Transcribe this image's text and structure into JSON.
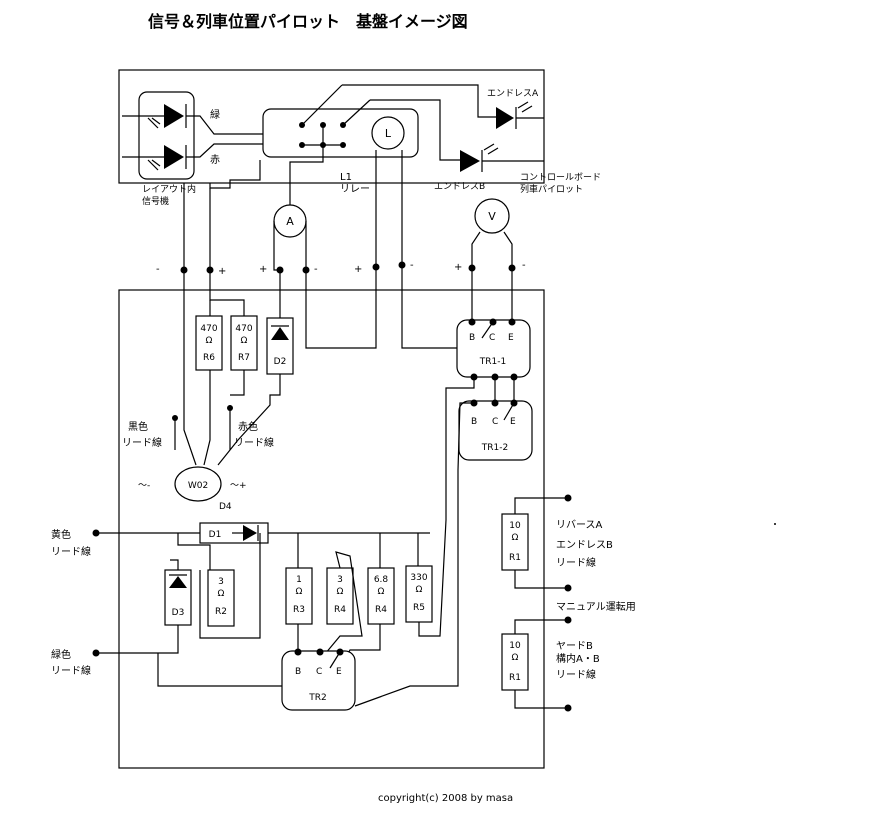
{
  "title": "信号＆列車位置パイロット　基盤イメージ図",
  "copyright": "copyright(c)  2008  by  masa",
  "signal_colors": {
    "green": "緑",
    "red": "赤"
  },
  "layout_signal": [
    "レイアウト内",
    "信号機"
  ],
  "relay": [
    "L1",
    "リレー"
  ],
  "relay_coil": "L",
  "meter_a": "A",
  "meter_v": "V",
  "endless_a": "エンドレスA",
  "endless_b": "エンドレスB",
  "control_board": [
    "コントロールボード",
    "列車パイロット"
  ],
  "polarity": {
    "minus": "-",
    "plus": "+"
  },
  "resistors": [
    {
      "value": "470",
      "unit": "Ω",
      "ref": "R6"
    },
    {
      "value": "470",
      "unit": "Ω",
      "ref": "R7"
    },
    {
      "value": "3",
      "unit": "Ω",
      "ref": "R2"
    },
    {
      "value": "1",
      "unit": "Ω",
      "ref": "R3"
    },
    {
      "value": "3",
      "unit": "Ω",
      "ref": "R4"
    },
    {
      "value": "6.8",
      "unit": "Ω",
      "ref": "R4"
    },
    {
      "value": "330",
      "unit": "Ω",
      "ref": "R5"
    },
    {
      "value": "10",
      "unit": "Ω",
      "ref": "R1"
    },
    {
      "value": "10",
      "unit": "Ω",
      "ref": "R1"
    }
  ],
  "diodes": {
    "d1": "D1",
    "d2": "D2",
    "d3": "D3"
  },
  "transistors": [
    {
      "name": "TR1-1",
      "pins": [
        "B",
        "C",
        "E"
      ]
    },
    {
      "name": "TR1-2",
      "pins": [
        "B",
        "C",
        "E"
      ]
    },
    {
      "name": "TR2",
      "pins": [
        "B",
        "C",
        "E"
      ]
    }
  ],
  "bridge": {
    "name": "W02",
    "ref": "D4",
    "ac_minus": "～-",
    "ac_plus": "～+"
  },
  "leads": {
    "black": [
      "黒色",
      "リード線"
    ],
    "red": [
      "赤色",
      "リード線"
    ],
    "yellow": [
      "黄色",
      "リード線"
    ],
    "green": [
      "緑色",
      "リード線"
    ]
  },
  "outputs": {
    "reverse": [
      "リバースA",
      "エンドレスB",
      "リード線"
    ],
    "manual": "マニュアル運転用",
    "yard": [
      "ヤードB",
      "構内A・B",
      "リード線"
    ]
  }
}
